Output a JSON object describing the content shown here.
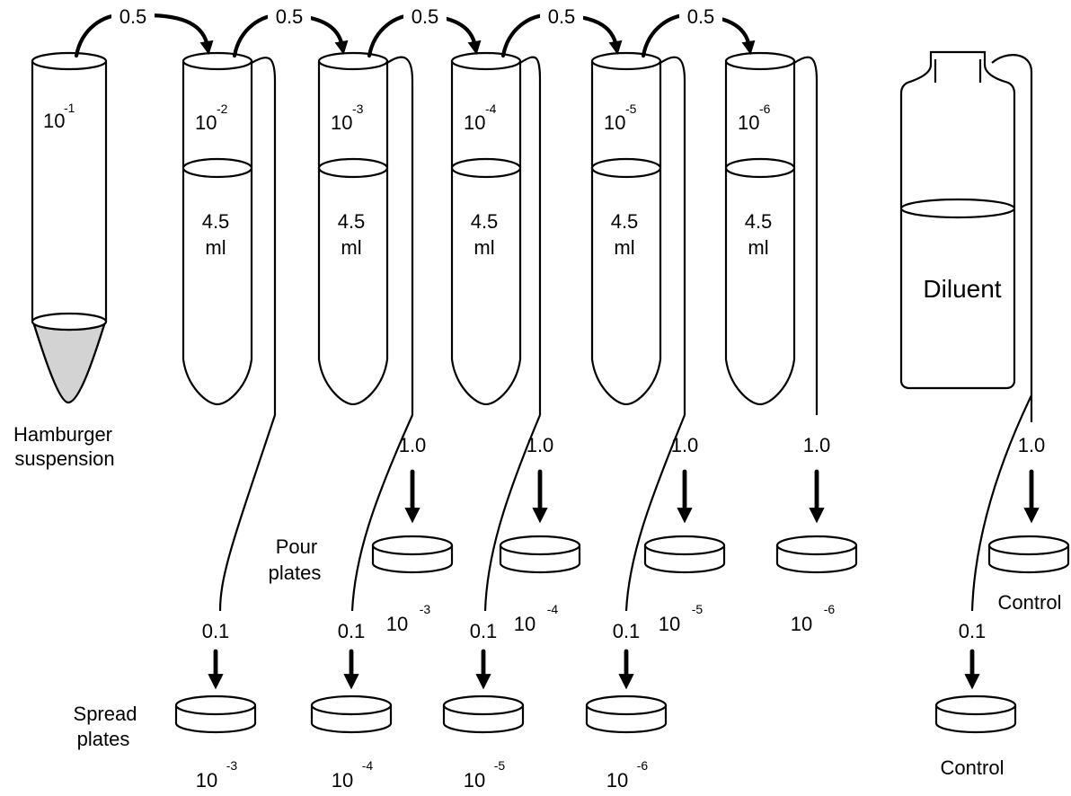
{
  "source": {
    "exponent_base": "10",
    "exponent": "-1",
    "label_line1": "Hamburger",
    "label_line2": "suspension",
    "fill_color": "#d3d3d3"
  },
  "transfer_volume": "0.5",
  "tubes": [
    {
      "exponent": "-2",
      "volume": "4.5",
      "unit": "ml"
    },
    {
      "exponent": "-3",
      "volume": "4.5",
      "unit": "ml"
    },
    {
      "exponent": "-4",
      "volume": "4.5",
      "unit": "ml"
    },
    {
      "exponent": "-5",
      "volume": "4.5",
      "unit": "ml"
    },
    {
      "exponent": "-6",
      "volume": "4.5",
      "unit": "ml"
    }
  ],
  "diluent": {
    "label": "Diluent"
  },
  "pour": {
    "label_line1": "Pour",
    "label_line2": "plates",
    "volume": "1.0",
    "plates": [
      {
        "exponent": "-3"
      },
      {
        "exponent": "-4"
      },
      {
        "exponent": "-5"
      },
      {
        "exponent": "-6"
      }
    ],
    "control_volume": "1.0",
    "control_label": "Control"
  },
  "spread": {
    "label_line1": "Spread",
    "label_line2": "plates",
    "volume": "0.1",
    "plates": [
      {
        "exponent": "-3"
      },
      {
        "exponent": "-4"
      },
      {
        "exponent": "-5"
      },
      {
        "exponent": "-6"
      }
    ],
    "control_volume": "0.1",
    "control_label": "Control"
  }
}
